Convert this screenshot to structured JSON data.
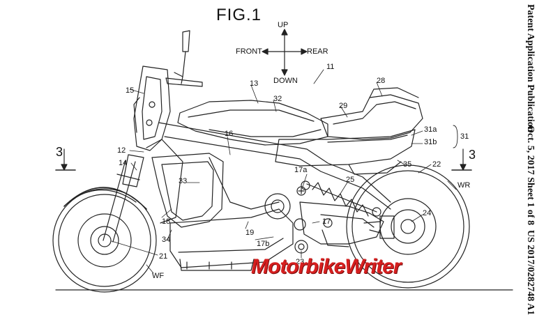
{
  "figure": {
    "title": "FIG.1"
  },
  "directions": {
    "up": "UP",
    "down": "DOWN",
    "front": "FRONT",
    "rear": "REAR"
  },
  "section_marks": {
    "left": "3",
    "right": "3"
  },
  "labels": {
    "l11": "11",
    "l12": "12",
    "l13": "13",
    "l14": "14",
    "l15": "15",
    "l16": "16",
    "l17": "17",
    "l17a": "17a",
    "l17b": "17b",
    "l18": "18",
    "l19": "19",
    "l21": "21",
    "l22": "22",
    "l23": "23",
    "l24": "24",
    "l25": "25",
    "l28": "28",
    "l29": "29",
    "l31": "31",
    "l31a": "31a",
    "l31b": "31b",
    "l32": "32",
    "l33": "33",
    "l34": "34",
    "l35": "35",
    "lWF": "WF",
    "lWR": "WR"
  },
  "side_text": {
    "publication": "Patent Application Publication",
    "date_sheet": "Oct. 5, 2017   Sheet 1 of 8",
    "number": "US 2017/0282748 A1"
  },
  "watermark": {
    "text": "MotorbikeWriter",
    "color": "#d61f1f"
  }
}
